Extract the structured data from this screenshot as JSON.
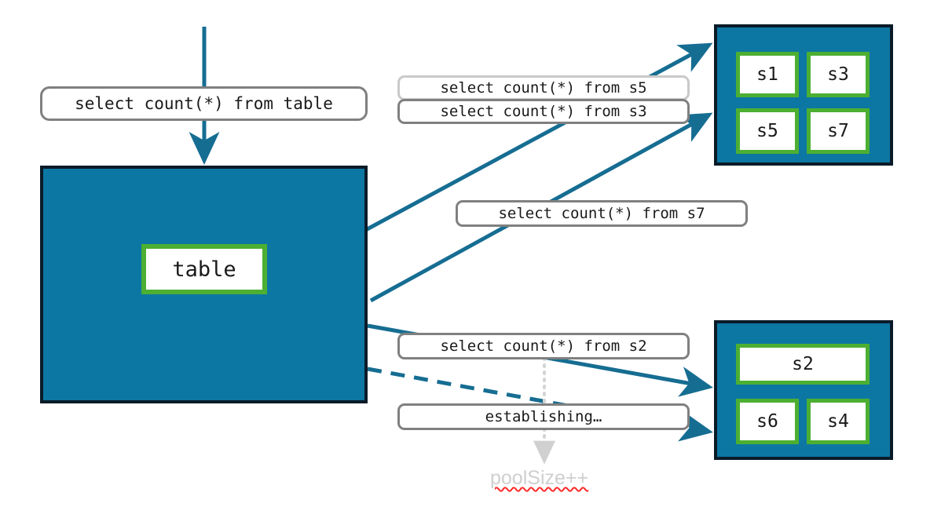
{
  "diagram": {
    "title": "connection pool select count query routing",
    "colors": {
      "pool_fill": "#0d77a3",
      "pool_border": "#0a1b28",
      "cell_border": "#4caf32",
      "cell_fill": "#ffffff",
      "edge": "#166d92",
      "chip_border": "#808080",
      "chip_border_light": "#c9c9c9",
      "annotation_text": "#cfcfcf",
      "spellcheck_underline": "#ff2a2a",
      "dotted_guide": "#d4d4d4"
    },
    "source": {
      "incoming_query": "select count(*) from table",
      "table_label": "table"
    },
    "pools": [
      {
        "name": "top-pool",
        "cells": [
          {
            "label": "s1"
          },
          {
            "label": "s3"
          },
          {
            "label": "s5"
          },
          {
            "label": "s7"
          }
        ]
      },
      {
        "name": "bottom-pool",
        "cells": [
          {
            "label": "s2"
          },
          {
            "label": "s6"
          },
          {
            "label": "s4"
          }
        ]
      }
    ],
    "edge_labels": [
      {
        "name": "query-s5",
        "text": "select count(*) from s5",
        "style": "light"
      },
      {
        "name": "query-s3",
        "text": "select count(*) from s3",
        "style": "normal"
      },
      {
        "name": "query-s7",
        "text": "select count(*) from s7",
        "style": "normal"
      },
      {
        "name": "query-s2",
        "text": "select count(*) from s2",
        "style": "normal"
      },
      {
        "name": "establishing",
        "text": "establishing…",
        "style": "normal"
      }
    ],
    "annotations": [
      {
        "name": "pool-size-increment",
        "text": "poolSize++"
      }
    ]
  }
}
